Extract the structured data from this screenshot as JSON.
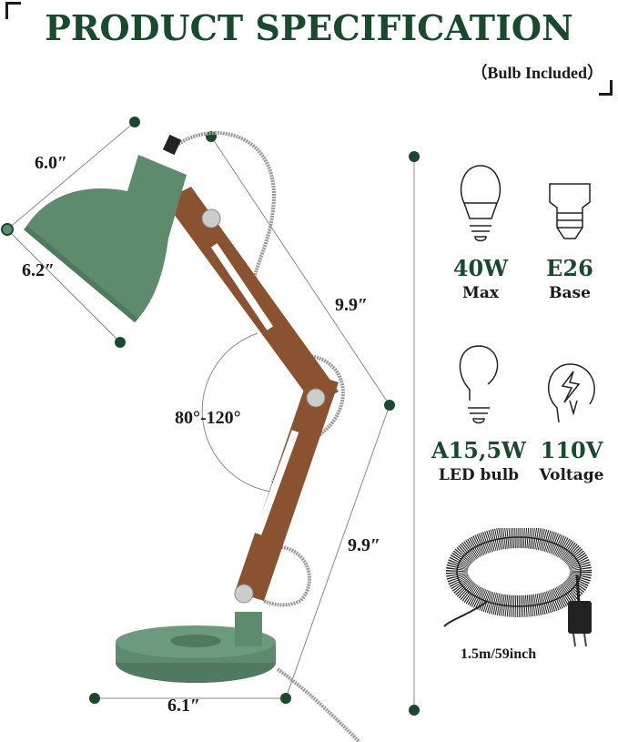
{
  "header": {
    "title": "PRODUCT SPECIFICATION",
    "subtitle": "（Bulb Included）"
  },
  "dimensions": {
    "shade_height": "6.0″",
    "shade_diameter": "6.2″",
    "upper_arm": "9.9″",
    "lower_arm": "9.9″",
    "base_diameter": "6.1″",
    "angle_range": "80°-120°"
  },
  "specs": [
    {
      "icon": "bulb-icon",
      "value": "40W",
      "label": "Max"
    },
    {
      "icon": "lamp-base-icon",
      "value": "E26",
      "label": "Base"
    },
    {
      "icon": "led-bulb-icon",
      "value": "A15,5W",
      "label": "LED bulb"
    },
    {
      "icon": "voltage-icon",
      "value": "110V",
      "label": "Voltage"
    }
  ],
  "cord": {
    "icon": "power-cord-icon",
    "length": "1.5m/59inch"
  },
  "colors": {
    "brand_green": "#1a4a2e",
    "lamp_green": "#5e8a6e",
    "wood": "#8a5230"
  }
}
